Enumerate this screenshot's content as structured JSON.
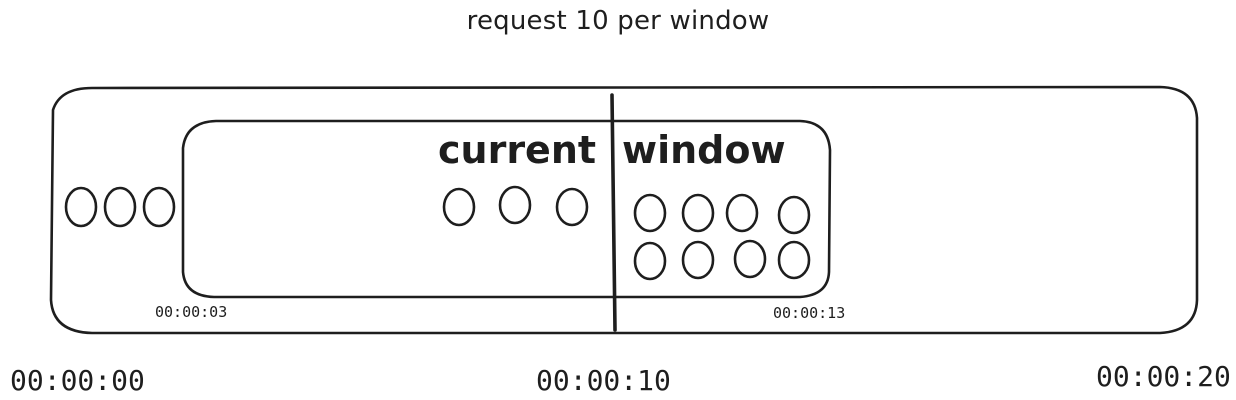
{
  "title": "request 10 per window",
  "current_window": {
    "label_left": "current",
    "label_right": "window",
    "start_time": "00:00:03",
    "end_time": "00:00:13"
  },
  "timeline": {
    "ticks": [
      "00:00:00",
      "00:00:10",
      "00:00:20"
    ]
  },
  "requests": {
    "before_window": 3,
    "in_window_first_half": 3,
    "in_window_second_half": 8
  },
  "colors": {
    "stroke": "#1e1e1e",
    "background": "#ffffff"
  }
}
